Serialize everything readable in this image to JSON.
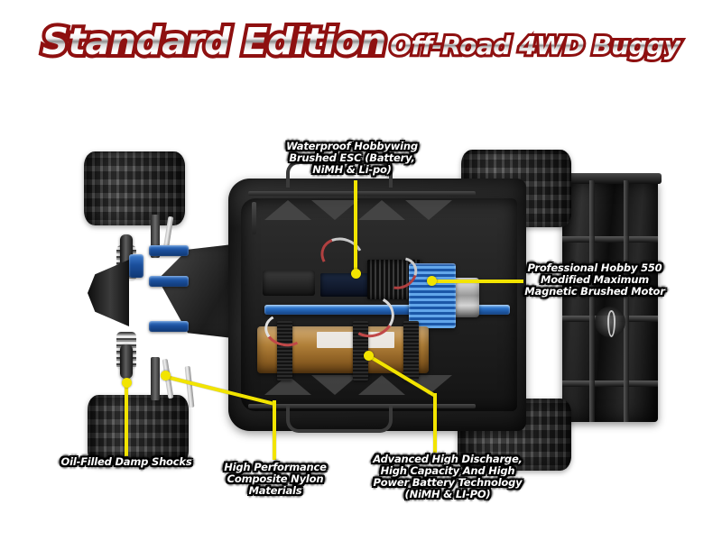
{
  "title": {
    "line1": "Standard Edition",
    "line2": "Off-Road 4WD Buggy"
  },
  "colors": {
    "background": "#ffffff",
    "leader_yellow": "#f2e400",
    "title_outline_red": "#8e1010",
    "accent_blue": "#1b57a8",
    "callout_text": "#ffffff",
    "callout_outline": "#000000"
  },
  "product_image": {
    "alt_name": "rc-buggy-chassis-top-view",
    "parts": {
      "tire_front_left": "tire-front-left",
      "tire_rear_left": "tire-rear-left",
      "tire_front_right": "tire-front-right",
      "tire_rear_right": "tire-rear-right",
      "chassis": "composite-nylon-chassis-tub",
      "battery": "battery-pack",
      "esc": "waterproof-brushed-esc",
      "motor": "550-brushed-motor",
      "rear_wing": "rear-wing",
      "shocks": "oil-filled-shock-absorbers",
      "brace": "aluminium-chassis-brace",
      "servo": "steering-servo",
      "receiver": "receiver-box"
    }
  },
  "callouts": [
    {
      "id": "esc",
      "name": "callout-esc",
      "text": "Waterproof Hobbywing\nBrushed ESC (Battery,\nNiMH & Li-po)",
      "align": "center"
    },
    {
      "id": "motor",
      "name": "callout-motor",
      "text": "Professional Hobby 550\nModified Maximum\nMagnetic Brushed Motor",
      "align": "center"
    },
    {
      "id": "shocks",
      "name": "callout-shocks",
      "text": "Oil-Filled Damp Shocks",
      "align": "center"
    },
    {
      "id": "nylon",
      "name": "callout-nylon-materials",
      "text": "High Performance\nComposite Nylon Materials",
      "align": "center"
    },
    {
      "id": "battery",
      "name": "callout-battery",
      "text": "Advanced High Discharge,\nHigh Capacity And High\nPower Battery Technology\n(NiMH & LI-PO)",
      "align": "center"
    }
  ]
}
